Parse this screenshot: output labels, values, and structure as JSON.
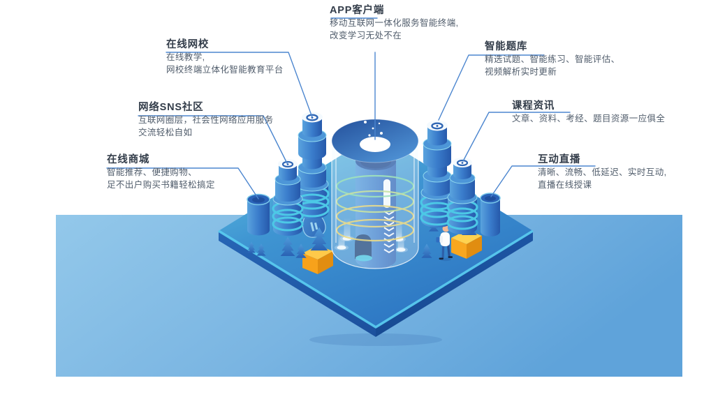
{
  "features": [
    {
      "id": "app-client",
      "title": "APP客户端",
      "desc1": "移动互联网一体化服务智能终端,",
      "desc2": "改变学习无处不在"
    },
    {
      "id": "online-school",
      "title": "在线网校",
      "desc1": "在线教学,",
      "desc2": "网校终端立体化智能教育平台"
    },
    {
      "id": "sns-community",
      "title": "网络SNS社区",
      "desc1": "互联网圈层，社会性网络应用服务",
      "desc2": "交流轻松自如"
    },
    {
      "id": "online-mall",
      "title": "在线商城",
      "desc1": "智能推荐、便捷购物、",
      "desc2": "足不出户购买书籍轻松搞定"
    },
    {
      "id": "question-bank",
      "title": "智能题库",
      "desc1": "精选试题、智能练习、智能评估、",
      "desc2": "视频解析实时更新"
    },
    {
      "id": "course-info",
      "title": "课程资讯",
      "desc1": "文章、资料、考经、题目资源一应俱全",
      "desc2": ""
    },
    {
      "id": "live-broadcast",
      "title": "互动直播",
      "desc1": "清晰、流畅、低延迟、实时互动,",
      "desc2": "直播在线授课"
    }
  ],
  "colors": {
    "connector_line": "#4c86cf",
    "title_text": "#333d4a",
    "body_text": "#505c6b",
    "panel_gradient_from": "#8fc6ea",
    "panel_gradient_to": "#5fa3da",
    "platform_rim": "#58c9ee",
    "gold_ingot": "#f7a21b",
    "ring_green": "#7fd8a0",
    "ring_yellow": "#e5cf5f"
  }
}
